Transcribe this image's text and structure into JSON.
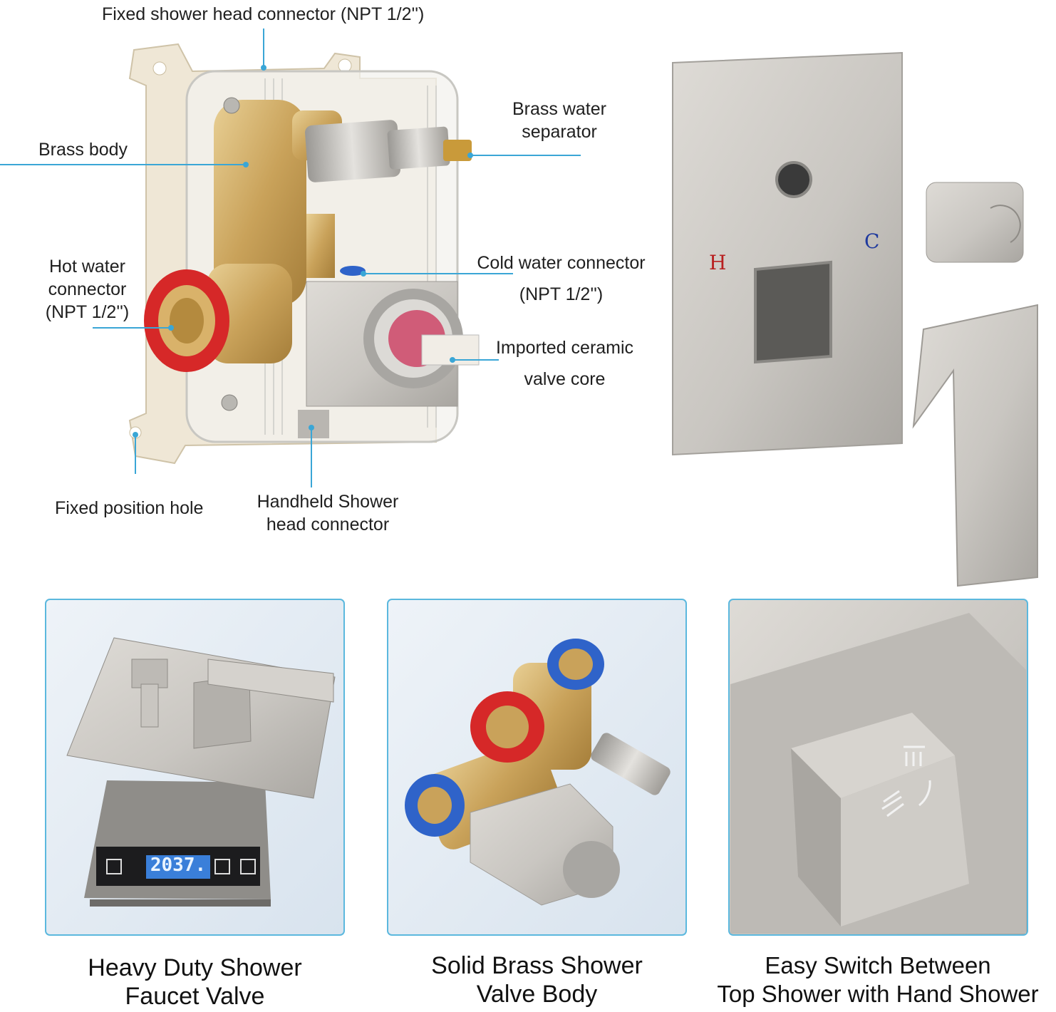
{
  "callouts": {
    "top_connector": "Fixed shower head connector (NPT 1/2'')",
    "brass_body": "Brass body",
    "separator_line1": "Brass water",
    "separator_line2": "separator",
    "hot_line1": "Hot water",
    "hot_line2": "connector",
    "hot_line3": "(NPT 1/2'')",
    "cold_line1": "Cold water connector",
    "cold_line2": "(NPT 1/2'')",
    "ceramic_line1": "Imported ceramic",
    "ceramic_line2": "valve core",
    "fixed_hole": "Fixed position hole",
    "handheld_line1": "Handheld Shower",
    "handheld_line2": "head connector"
  },
  "trim_plate": {
    "hot_mark": "H",
    "cold_mark": "C"
  },
  "scale_display": "2037.",
  "captions": [
    {
      "line1": "Heavy Duty Shower",
      "line2": "Faucet Valve"
    },
    {
      "line1": "Solid Brass Shower",
      "line2": "Valve Body"
    },
    {
      "line1": "Easy Switch Between",
      "line2": "Top Shower with Hand Shower"
    }
  ],
  "colors": {
    "callout_line": "#3aa6d6",
    "panel_border": "#5bb8de",
    "brushed_nickel": "#c9c6c1",
    "brass": "#c9a25a",
    "hot_red": "#d62828",
    "cold_blue": "#2f63c9",
    "scale_lcd": "#3a7fd9"
  }
}
